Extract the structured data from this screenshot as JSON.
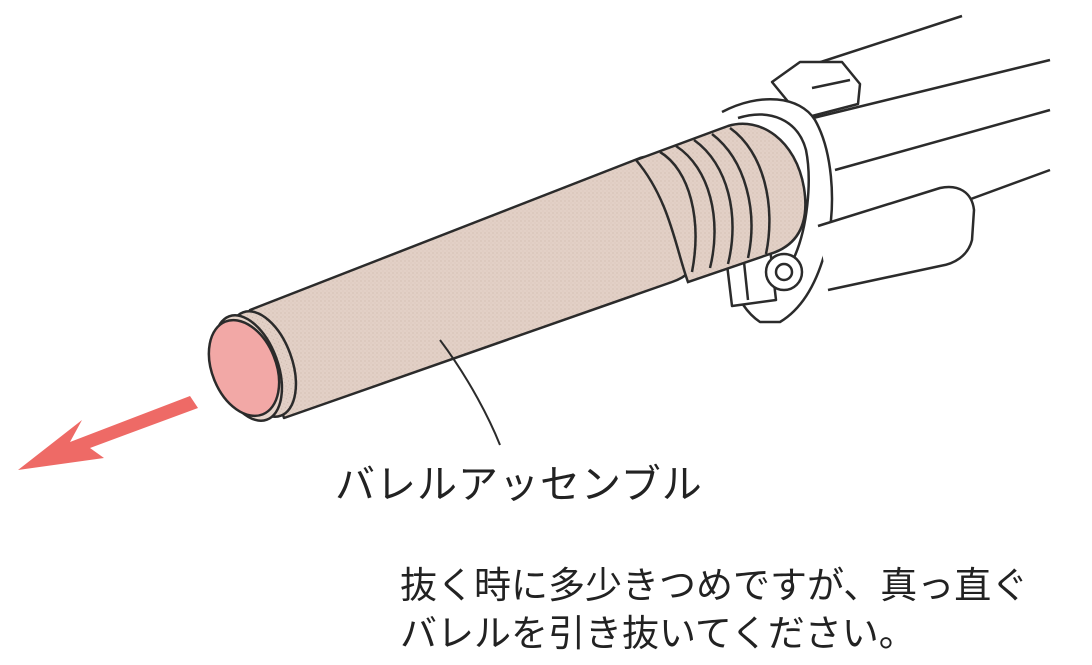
{
  "diagram": {
    "part_label": "バレルアッセンブル",
    "instruction": {
      "line1": "抜く時に多少きつめですが、真っ直ぐ",
      "line2": "バレルを引き抜いてください。"
    },
    "colors": {
      "outline": "#2b2b2b",
      "barrel_fill": "#e2d0c6",
      "barrel_end": "#f2a8a6",
      "arrow": "#ee6a66",
      "body_fill": "#ffffff"
    },
    "icons": [
      "pull-direction-arrow-icon"
    ]
  }
}
